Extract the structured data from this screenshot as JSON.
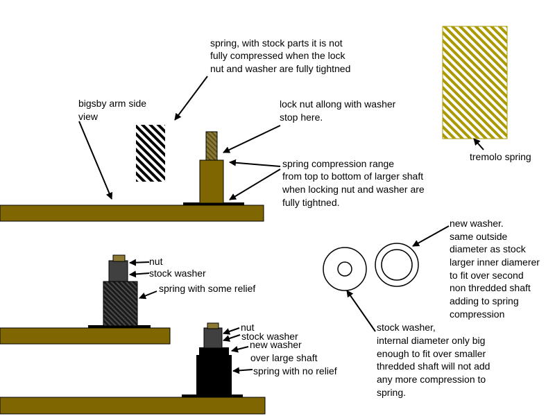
{
  "colors": {
    "wood": "#806600",
    "brass": "#8c7a33",
    "steel": "#404040",
    "spring_dark": "#1a1a1a",
    "spring_yellow": "#aa9900",
    "outline": "#000000"
  },
  "labels": {
    "spring_note": [
      "spring, with stock parts it is not",
      "fully compressed when the lock",
      "nut and washer are fully tightned"
    ],
    "arm_side_view": [
      "bigsby arm side",
      "view"
    ],
    "lock_nut": [
      "lock nut allong with washer",
      "stop here."
    ],
    "compression_range": [
      "spring compression range",
      "from top to bottom of larger shaft",
      "when locking nut and washer are",
      "fully tightned."
    ],
    "tremolo_spring": "tremolo spring",
    "new_washer_desc": [
      "new washer.",
      "same outside",
      "diameter as stock",
      "larger inner diamerer",
      "to fit over second",
      "non thredded shaft",
      "adding to spring",
      "compression"
    ],
    "stock_washer_desc": [
      "stock washer,",
      "internal diameter only big",
      "enough to fit over smaller",
      "thredded shaft will not add",
      "any more compression to",
      "spring."
    ],
    "mid_assembly": {
      "nut": "nut",
      "stock_washer": "stock washer",
      "spring": "spring with some relief"
    },
    "bottom_assembly": {
      "nut": "nut",
      "stock_washer": "stock washer",
      "new_washer": "new washer",
      "over_shaft": "over large shaft",
      "spring": "spring with no relief"
    }
  }
}
